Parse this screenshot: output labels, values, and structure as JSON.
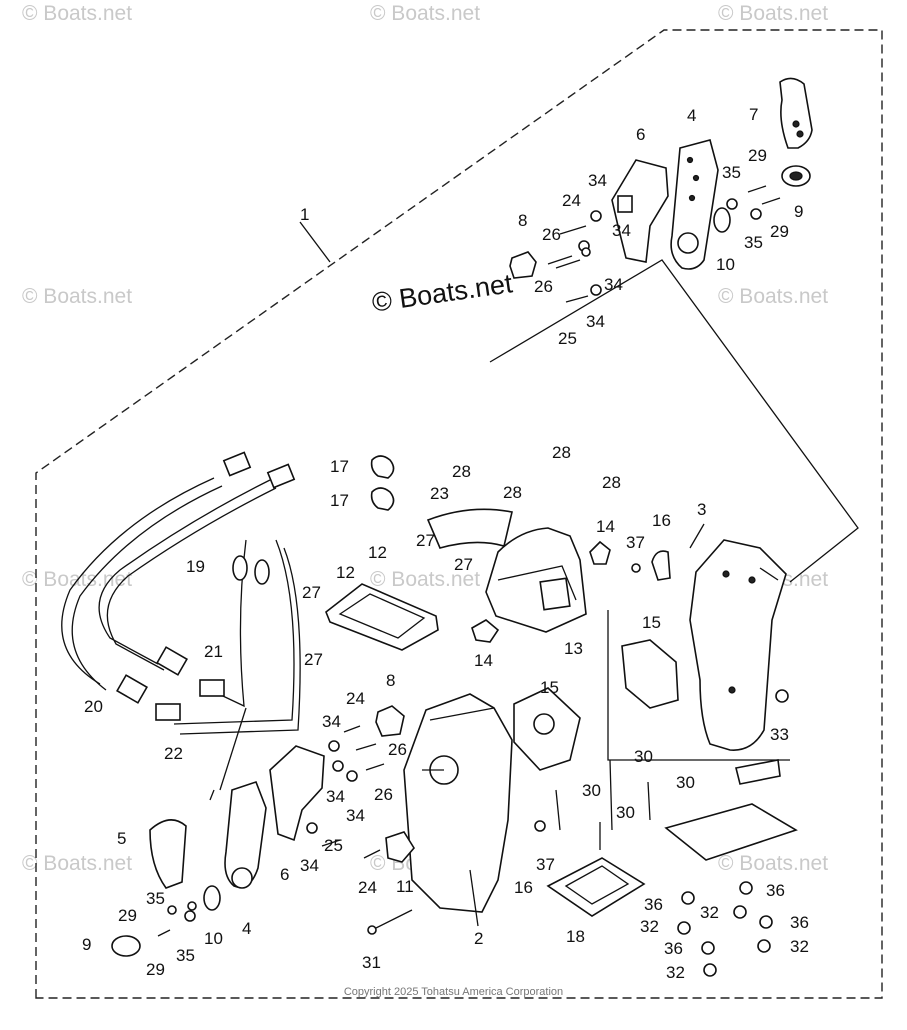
{
  "watermark_text": "© Boats.net",
  "center_watermark": "© Boats.net",
  "copyright": "Copyright 2025 Tohatsu America Corporation",
  "callouts": {
    "c1": "1",
    "c2": "2",
    "c3": "3",
    "c4a": "4",
    "c4b": "4",
    "c5": "5",
    "c6a": "6",
    "c6b": "6",
    "c7": "7",
    "c8a": "8",
    "c8b": "8",
    "c9a": "9",
    "c9b": "9",
    "c10a": "10",
    "c10b": "10",
    "c11": "11",
    "c12a": "12",
    "c12b": "12",
    "c13": "13",
    "c14a": "14",
    "c14b": "14",
    "c15a": "15",
    "c15b": "15",
    "c16a": "16",
    "c16b": "16",
    "c17a": "17",
    "c17b": "17",
    "c18": "18",
    "c19": "19",
    "c20": "20",
    "c21": "21",
    "c22": "22",
    "c23": "23",
    "c24a": "24",
    "c24b": "24",
    "c24c": "24",
    "c25a": "25",
    "c25b": "25",
    "c26a": "26",
    "c26b": "26",
    "c26c": "26",
    "c26d": "26",
    "c27a": "27",
    "c27b": "27",
    "c27c": "27",
    "c27d": "27",
    "c28a": "28",
    "c28b": "28",
    "c28c": "28",
    "c28d": "28",
    "c29a": "29",
    "c29b": "29",
    "c29c": "29",
    "c29d": "29",
    "c30a": "30",
    "c30b": "30",
    "c30c": "30",
    "c30d": "30",
    "c31": "31",
    "c32a": "32",
    "c32b": "32",
    "c32c": "32",
    "c32d": "32",
    "c33": "33",
    "c34a": "34",
    "c34b": "34",
    "c34c": "34",
    "c34d": "34",
    "c34e": "34",
    "c34f": "34",
    "c34g": "34",
    "c34h": "34",
    "c35a": "35",
    "c35b": "35",
    "c35c": "35",
    "c35d": "35",
    "c36a": "36",
    "c36b": "36",
    "c36c": "36",
    "c36d": "36",
    "c37a": "37",
    "c37b": "37"
  }
}
